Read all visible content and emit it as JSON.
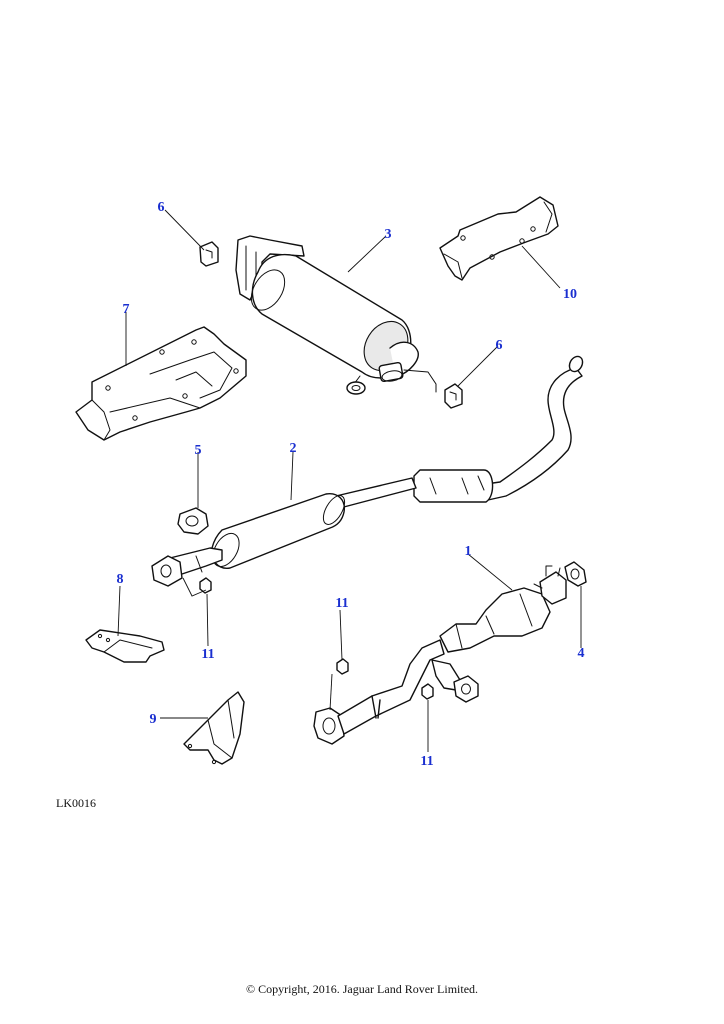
{
  "diagram": {
    "callouts": [
      {
        "id": "c-1",
        "label": "1"
      },
      {
        "id": "c-2",
        "label": "2"
      },
      {
        "id": "c-3",
        "label": "3"
      },
      {
        "id": "c-4",
        "label": "4"
      },
      {
        "id": "c-5",
        "label": "5"
      },
      {
        "id": "c-6a",
        "label": "6"
      },
      {
        "id": "c-6b",
        "label": "6"
      },
      {
        "id": "c-7",
        "label": "7"
      },
      {
        "id": "c-8",
        "label": "8"
      },
      {
        "id": "c-9",
        "label": "9"
      },
      {
        "id": "c-10",
        "label": "10"
      },
      {
        "id": "c-11a",
        "label": "11"
      },
      {
        "id": "c-11b",
        "label": "11"
      },
      {
        "id": "c-11c",
        "label": "11"
      }
    ],
    "reference_code": "LK0016",
    "copyright": "© Copyright, 2016. Jaguar Land Rover Limited.",
    "colors": {
      "callout": "#1a2fd0",
      "line": "#111111"
    }
  }
}
